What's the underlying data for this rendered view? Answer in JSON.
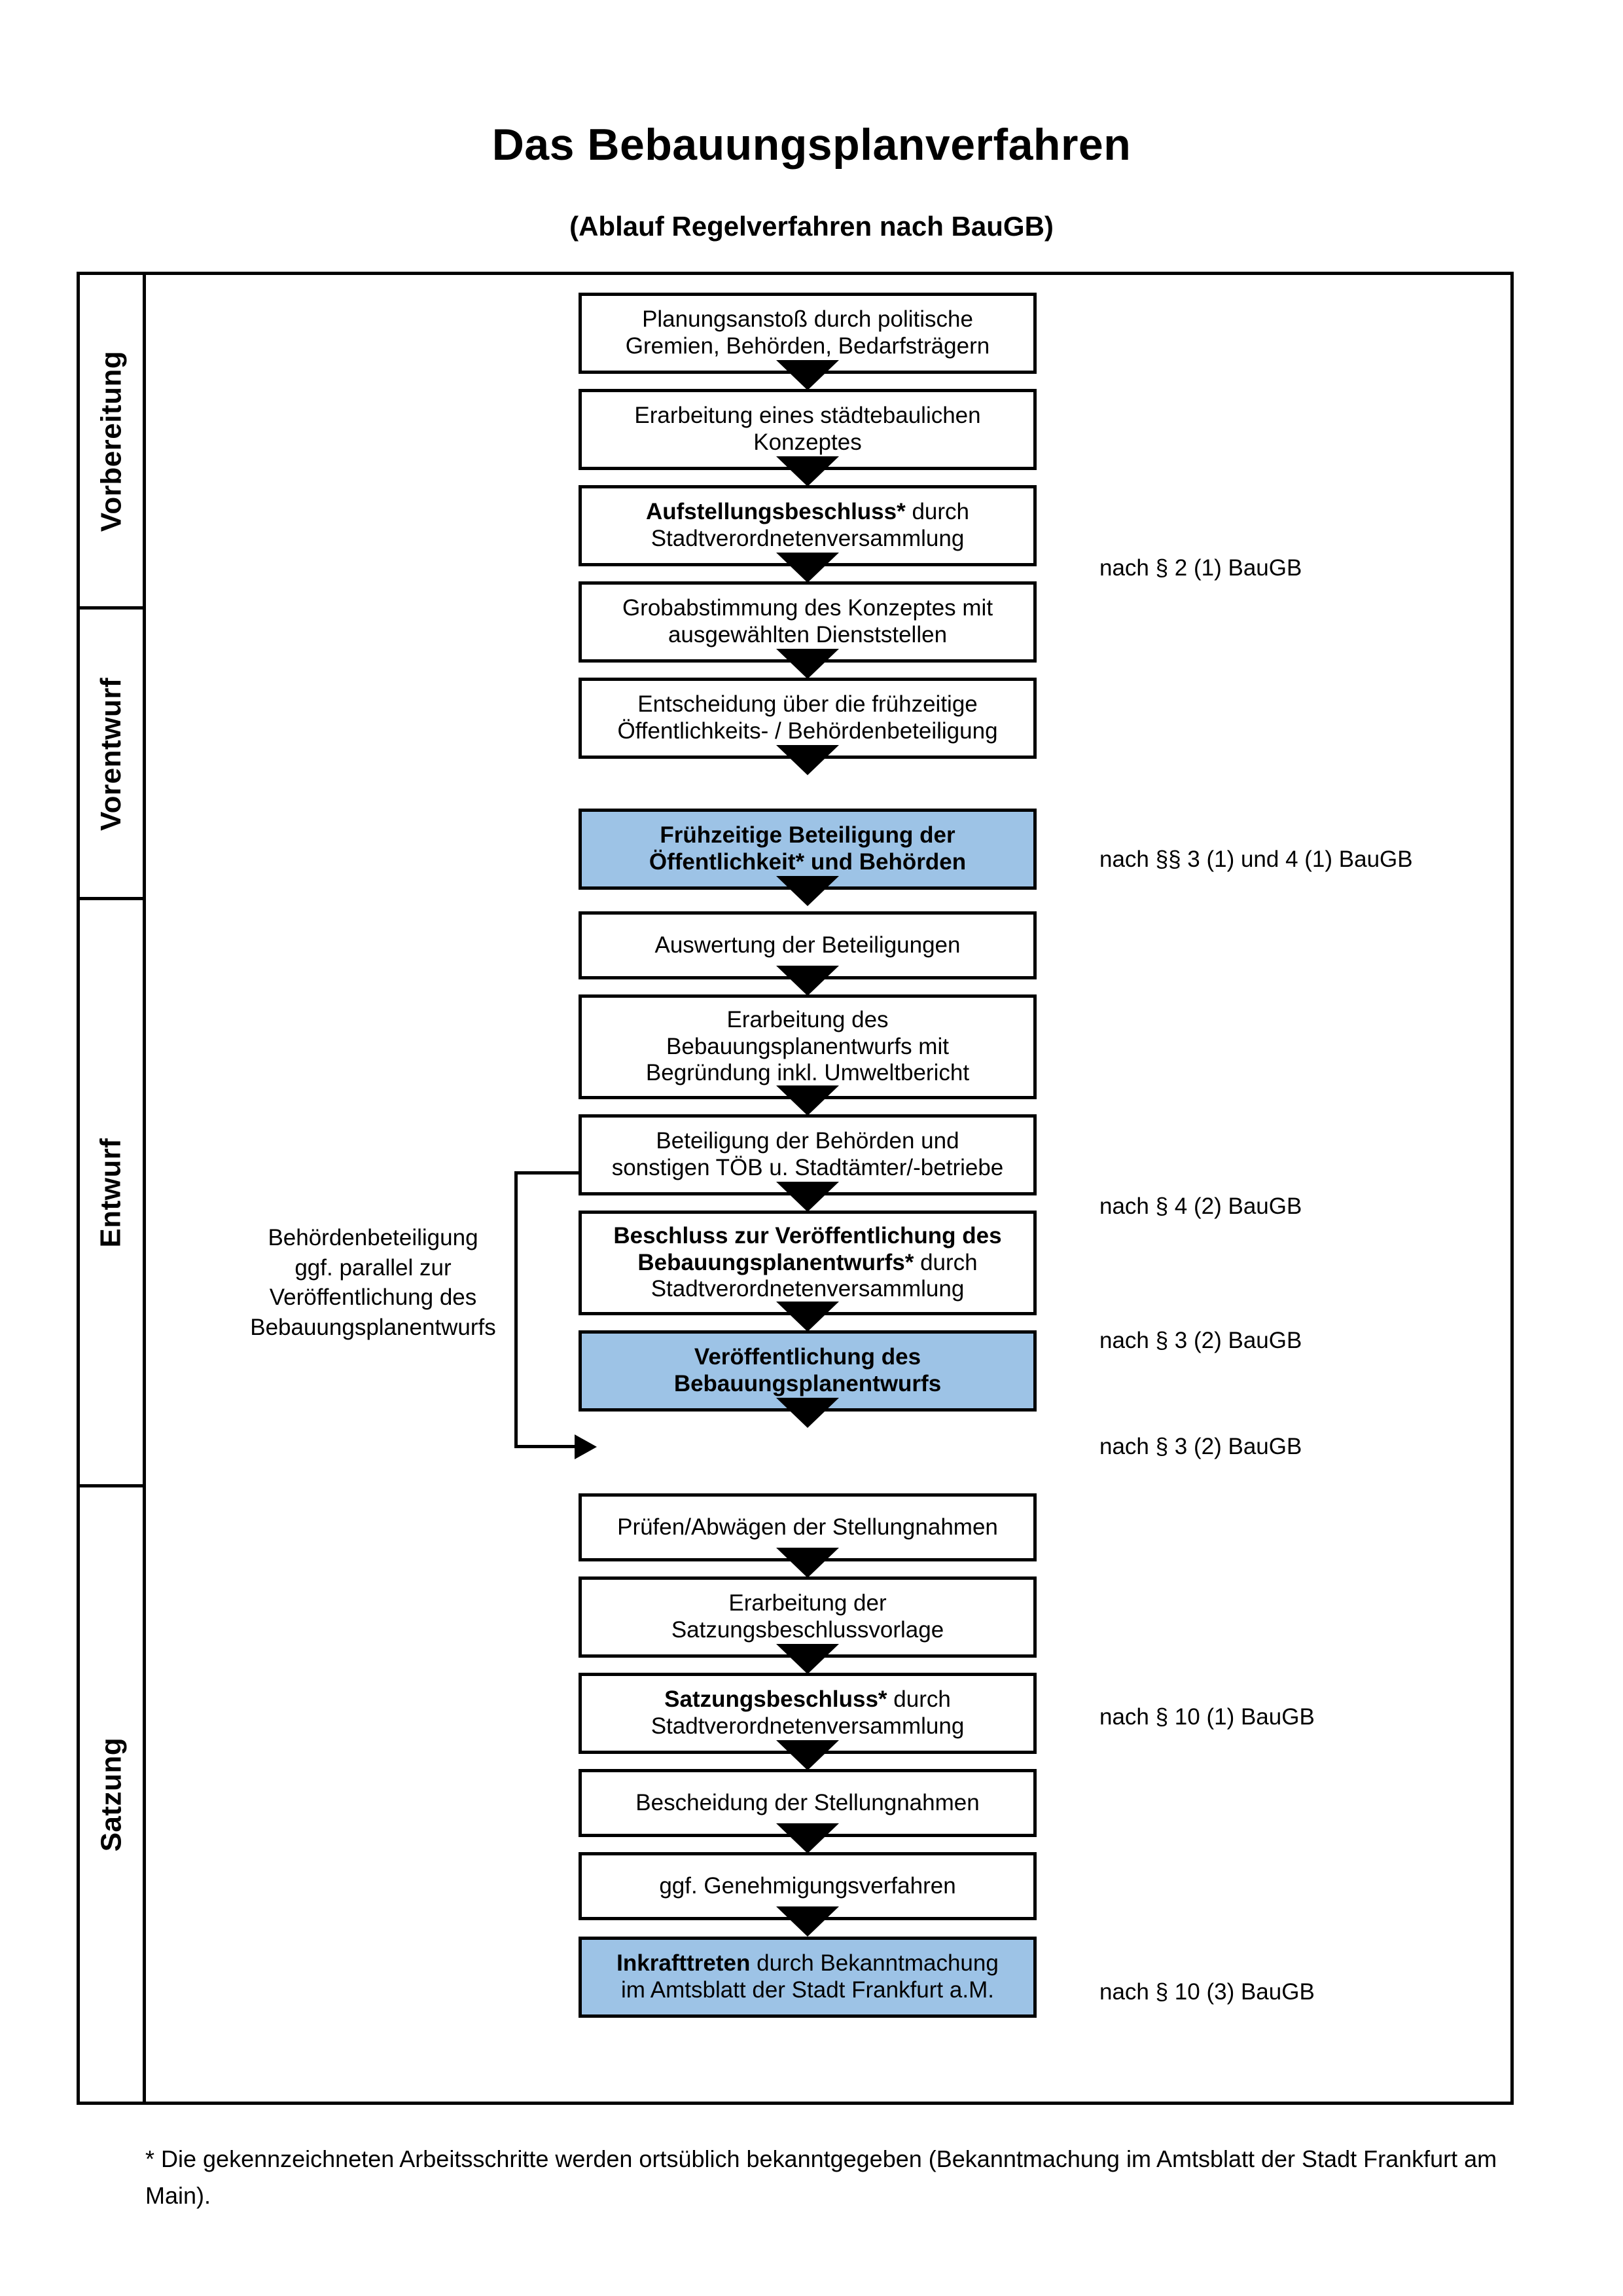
{
  "header": {
    "title": "Das Bebauungsplanverfahren",
    "subtitle": "(Ablauf Regelverfahren nach BauGB)"
  },
  "phases": [
    {
      "label": "Vorbereitung",
      "bg": "#f0f0f0"
    },
    {
      "label": "Vorentwurf",
      "bg": "#e4e4e4"
    },
    {
      "label": "Entwurf",
      "bg": "#d6d6d6"
    },
    {
      "label": "Satzung",
      "bg": "#bfbfbf"
    }
  ],
  "steps": [
    {
      "id": "planungsanstoss",
      "line1": "Planungsanstoß durch politische",
      "line2": "Gremien, Behörden, Bedarfsträgern",
      "bold": "",
      "highlight": false
    },
    {
      "id": "konzept",
      "line1": "Erarbeitung eines städtebaulichen",
      "line2": "Konzeptes",
      "bold": "",
      "highlight": false
    },
    {
      "id": "aufstellungsbeschluss",
      "bold": "Aufstellungsbeschluss*",
      "line1": " durch",
      "line2": "Stadtverordnetenversammlung",
      "highlight": false
    },
    {
      "id": "grobabstimmung",
      "line1": "Grobabstimmung des Konzeptes mit",
      "line2": "ausgewählten Dienststellen",
      "bold": "",
      "highlight": false
    },
    {
      "id": "entscheidung",
      "line1": "Entscheidung über die frühzeitige",
      "line2": "Öffentlichkeits- / Behördenbeteiligung",
      "bold": "",
      "highlight": false
    },
    {
      "id": "fruehzeitige-beteiligung",
      "bold": "Frühzeitige Beteiligung der",
      "line2_bold": "Öffentlichkeit* und Behörden",
      "highlight": true
    },
    {
      "id": "auswertung",
      "line1": "Auswertung der Beteiligungen",
      "bold": "",
      "highlight": false
    },
    {
      "id": "erarbeitung-entwurf",
      "line1": "Erarbeitung des",
      "line2": "Bebauungsplanentwurfs mit",
      "line3": "Begründung inkl. Umweltbericht",
      "bold": "",
      "highlight": false
    },
    {
      "id": "beteiligung-behoerden",
      "line1": "Beteiligung der Behörden und",
      "line2": "sonstigen TÖB u. Stadtämter/-betriebe",
      "bold": "",
      "highlight": false
    },
    {
      "id": "beschluss-veroeffentlichung",
      "bold": "Beschluss zur Veröffentlichung des",
      "bold2": "Bebauungsplanentwurfs*",
      "line2": " durch",
      "line3": "Stadtverordnetenversammlung",
      "highlight": false
    },
    {
      "id": "veroeffentlichung",
      "bold": "Veröffentlichung des",
      "line2_bold": "Bebauungsplanentwurfs",
      "highlight": true
    },
    {
      "id": "pruefen-abwaegen",
      "line1": "Prüfen/Abwägen der Stellungnahmen",
      "bold": "",
      "highlight": false
    },
    {
      "id": "satzungsbeschlussvorlage",
      "line1": "Erarbeitung der",
      "line2": "Satzungsbeschlussvorlage",
      "bold": "",
      "highlight": false
    },
    {
      "id": "satzungsbeschluss",
      "bold": "Satzungsbeschluss*",
      "line1": " durch",
      "line2": "Stadtverordnetenversammlung",
      "highlight": false
    },
    {
      "id": "bescheidung",
      "line1": "Bescheidung der Stellungnahmen",
      "bold": "",
      "highlight": false
    },
    {
      "id": "genehmigungsverfahren",
      "line1": "ggf. Genehmigungsverfahren",
      "bold": "",
      "highlight": false
    },
    {
      "id": "inkrafttreten",
      "bold": "Inkrafttreten",
      "line1": " durch Bekanntmachung",
      "line2": "im Amtsblatt der Stadt Frankfurt a.M.",
      "highlight": true
    }
  ],
  "legal_refs": [
    {
      "id": "ref-par2-1",
      "text": "nach § 2 (1) BauGB"
    },
    {
      "id": "ref-par3-4-1",
      "text": "nach §§ 3 (1) und 4 (1) BauGB"
    },
    {
      "id": "ref-par4-2",
      "text": "nach § 4 (2) BauGB"
    },
    {
      "id": "ref-par3-2a",
      "text": "nach § 3 (2) BauGB"
    },
    {
      "id": "ref-par3-2b",
      "text": "nach § 3 (2) BauGB"
    },
    {
      "id": "ref-par10-1",
      "text": "nach § 10 (1) BauGB"
    },
    {
      "id": "ref-par10-3",
      "text": "nach § 10 (3) BauGB"
    }
  ],
  "side_note": {
    "line1": "Behördenbeteiligung",
    "line2": "ggf. parallel zur",
    "line3": "Veröffentlichung des",
    "line4": "Bebauungsplanentwurfs"
  },
  "footnote": {
    "text": "* Die gekennzeichneten Arbeitsschritte werden ortsüblich bekanntgegeben (Bekanntmachung im Amtsblatt  der Stadt Frankfurt am Main)."
  },
  "colors": {
    "highlight_blue": "#9dc3e6",
    "band_1": "#f0f0f0",
    "band_2": "#e4e4e4",
    "band_3": "#d6d6d6",
    "band_4": "#bfbfbf",
    "line": "#000000"
  }
}
